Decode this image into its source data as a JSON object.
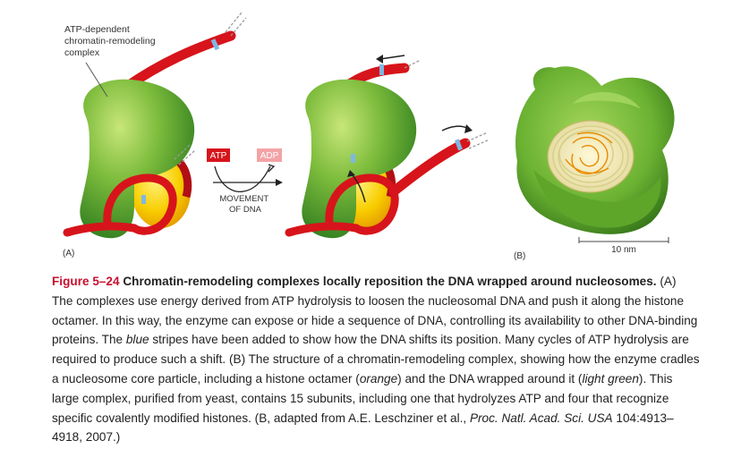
{
  "panel_a": {
    "complex_label": [
      "ATP-dependent",
      "chromatin-remodeling",
      "complex"
    ],
    "atp": "ATP",
    "adp": "ADP",
    "movement_label": [
      "MOVEMENT",
      "OF DNA"
    ],
    "panel_label": "(A)"
  },
  "panel_b": {
    "scale_label": "10 nm",
    "panel_label": "(B)"
  },
  "caption": {
    "fig_num": "Figure 5–24",
    "title": "Chromatin-remodeling complexes locally reposition the DNA wrapped around nucleosomes.",
    "p1": " (A) The complexes use energy derived from ATP hydrolysis to loosen the nucleosomal DNA and push it along the histone octamer. In this way, the enzyme can expose or hide a sequence of DNA, controlling its availability to other DNA-binding proteins. The ",
    "blue": "blue",
    "p2": " stripes have been added to show how the DNA shifts its position. Many cycles of ATP hydrolysis are required to produce such a shift. (B) The structure of a chromatin-remodeling complex, showing how the enzyme cradles a nucleosome core particle, including a histone octamer (",
    "orange": "orange",
    "p3": ") and the DNA wrapped around it (",
    "light_green": "light green",
    "p4": "). This large complex, purified from yeast, contains 15 subunits, including one that hydrolyzes ATP and four that recognize specific covalently modified histones. (B, adapted from A.E. Leschziner et al., ",
    "journal": "Proc. Natl. Acad. Sci. USA",
    "p5": " 104:4913–4918, 2007.)"
  },
  "colors": {
    "dna_red": "#d7141b",
    "dna_blue": "#7fb7e3",
    "complex_green": "#6fb23a",
    "histone_yellow": "#f7c600",
    "histone_orange": "#e98b00",
    "caption_red": "#c8102e"
  }
}
